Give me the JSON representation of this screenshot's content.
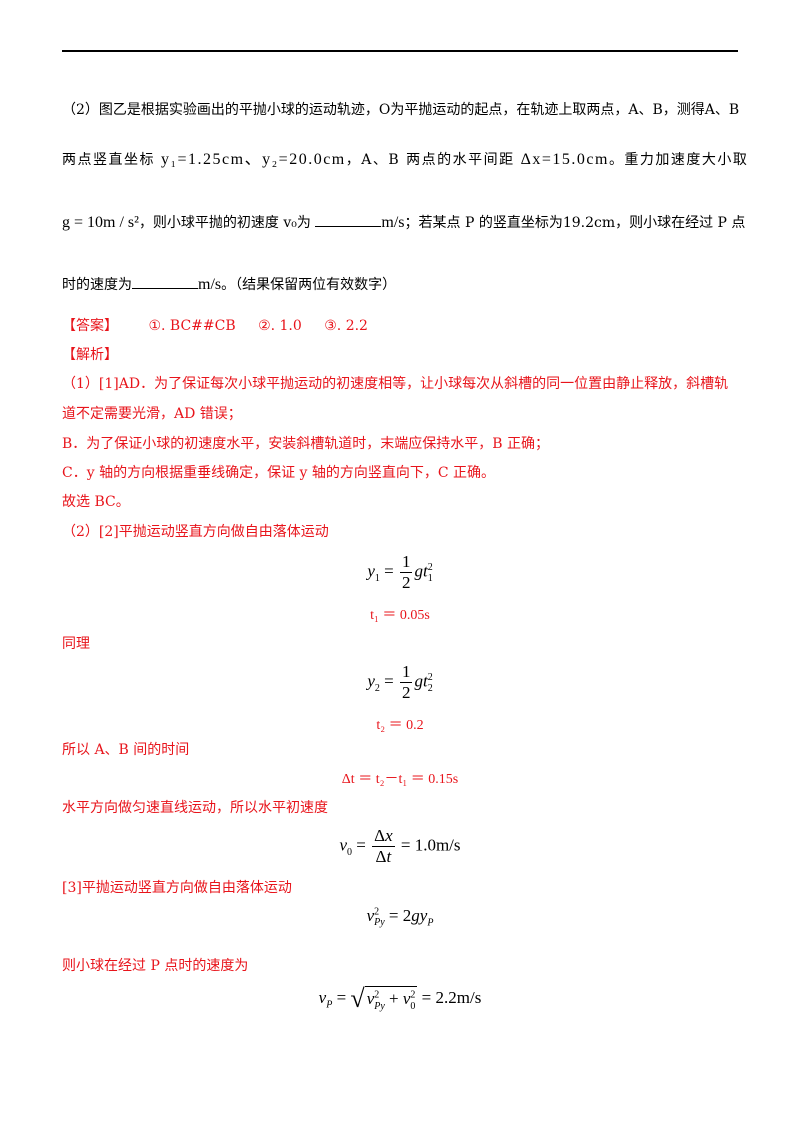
{
  "question": {
    "line1": "（2）图乙是根据实验画出的平抛小球的运动轨迹，O为平抛运动的起点，在轨迹上取两点，A、B，测得A、B",
    "line2_prefix": "两点竖直坐标",
    "line2_math": "y₁=1.25cm、y₂=20.0cm",
    "line2_mid": "，A、B 两点的水平间距",
    "line2_math2": "Δx=15.0cm",
    "line2_suffix": "。重力加速度大小取",
    "line3_math": "g = 10m / s²",
    "line3_text1": "，则小球平抛的初速度 v₀为",
    "line3_unit1": "m/s",
    "line3_text2": "；若某点 P 的竖直坐标为19.2cm，则小球在经过 P 点",
    "line4_text1": "时的速度为",
    "line4_unit": "m/s",
    "line4_text2": "。（结果保留两位有效数字）"
  },
  "answer": {
    "label": "【答案】",
    "items": [
      "①. BC##CB",
      "②. 1.0",
      "③. 2.2"
    ]
  },
  "analysis": {
    "label": "【解析】",
    "p1a": "（1）[1]AD．为了保证每次小球平抛运动的初速度相等，让小球每次从斜槽的同一位置由静止释放，斜槽轨",
    "p1b": "道不定需要光滑，AD 错误；",
    "p2": "B．为了保证小球的初速度水平，安装斜槽轨道时，末端应保持水平，B 正确；",
    "p3": "C．y 轴的方向根据重垂线确定，保证 y 轴的方向竖直向下，C 正确。",
    "p4": "故选 BC。",
    "p5": "（2）[2]平抛运动竖直方向做自由落体运动",
    "eq_t1": "t₁ ＝ 0.05s",
    "same": "同理",
    "eq_t2": "t₂ ＝ 0.2",
    "p6": "所以 A、B 间的时间",
    "eq_dt": "Δt ＝ t₂－t₁ ＝ 0.15s",
    "p7": "水平方向做匀速直线运动，所以水平初速度",
    "eq_v0_result": "= 1.0m/s",
    "p8": "[3]平抛运动竖直方向做自由落体运动",
    "p9": "则小球在经过 P 点时的速度为",
    "eq_vp_result": "= 2.2m/s"
  },
  "colors": {
    "accent": "#e8141b"
  }
}
